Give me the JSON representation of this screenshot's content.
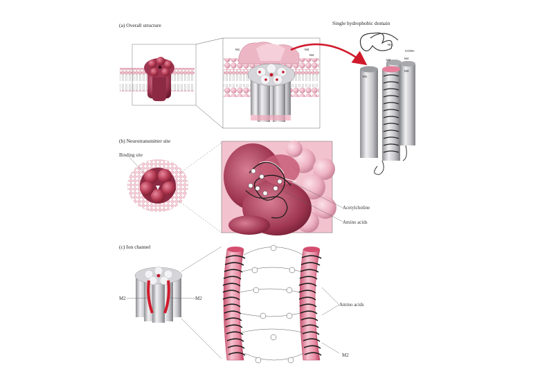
{
  "panels": {
    "a_title": "(a) Overall structure",
    "b_title": "(b) Neurotransmitter site",
    "c_title": "(c) Ion channel"
  },
  "labels": {
    "single_subunit": "Single hydrophobic domain",
    "binding_site": "Binding site",
    "acetylcholine": "Acetylcholine",
    "amino_acids_b": "Amino acids",
    "amino_acids_c": "Amino acids",
    "m2_left": "M2",
    "m2_right": "M2",
    "m2_bottom": "M2",
    "nh2": "NH₂",
    "cooh": "COOH",
    "m1": "M1",
    "m3": "M3",
    "m4": "M4",
    "m2_top": "M2"
  },
  "colors": {
    "lipid_pink": "#f2b9c8",
    "subunit_red": "#b33a52",
    "helix_gray": "#c9c9cc",
    "helix_pink": "#e77f9a",
    "arrow_red": "#d01a2c"
  }
}
